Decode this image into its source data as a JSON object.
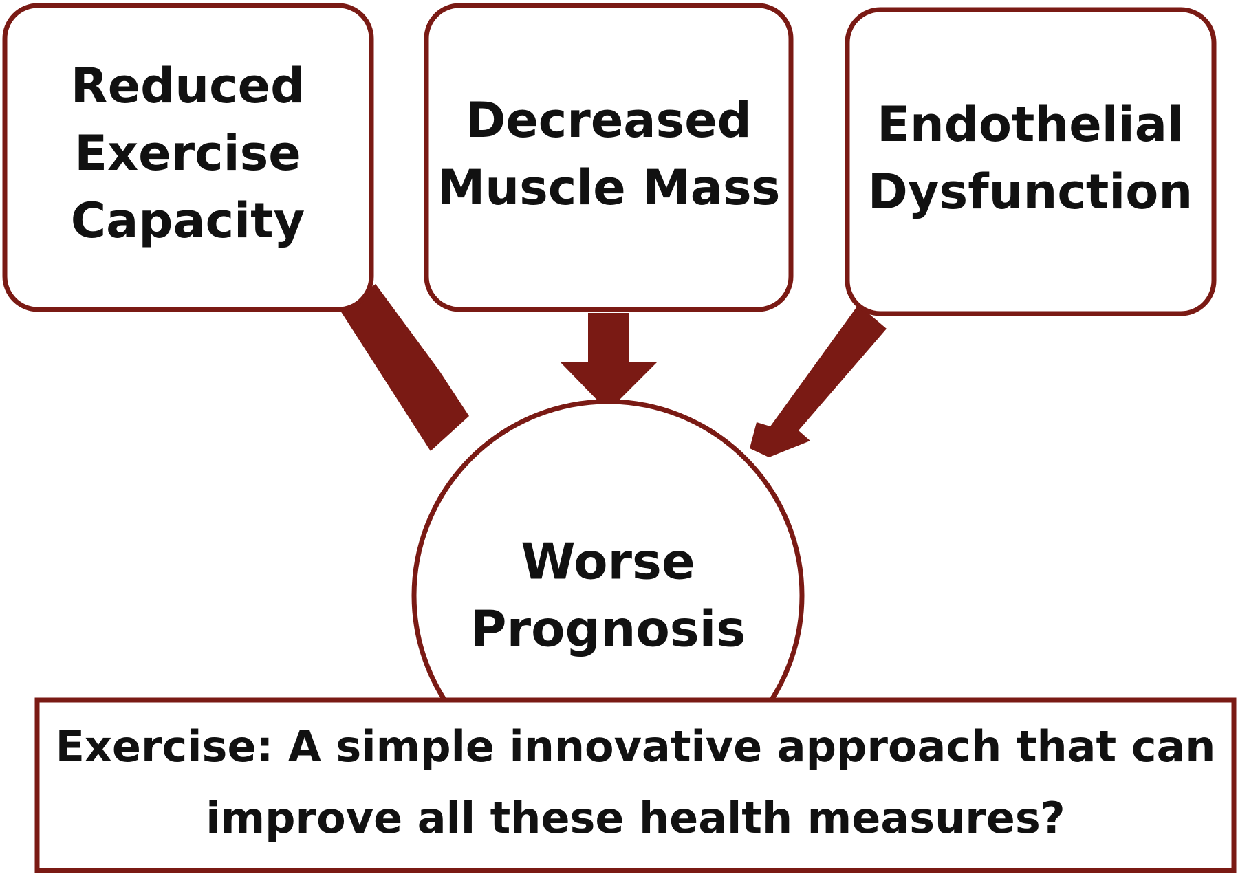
{
  "diagram": {
    "colors": {
      "border": "#7a1a14",
      "arrow": "#7a1a14",
      "text": "#111111",
      "background": "#ffffff"
    },
    "boxes": [
      {
        "id": "reduced-exercise-capacity",
        "lines": [
          "Reduced",
          "Exercise",
          "Capacity"
        ]
      },
      {
        "id": "decreased-muscle-mass",
        "lines": [
          "Decreased",
          "Muscle Mass"
        ]
      },
      {
        "id": "endothelial-dysfunction",
        "lines": [
          "Endothelial",
          "Dysfunction"
        ]
      }
    ],
    "outcome": {
      "lines": [
        "Worse",
        "Prognosis"
      ]
    },
    "banner": {
      "lines": [
        "Exercise: A simple innovative approach that can",
        "improve all these health measures?"
      ]
    },
    "edges": [
      {
        "from": "reduced-exercise-capacity",
        "to": "outcome"
      },
      {
        "from": "decreased-muscle-mass",
        "to": "outcome"
      },
      {
        "from": "endothelial-dysfunction",
        "to": "outcome"
      }
    ]
  }
}
